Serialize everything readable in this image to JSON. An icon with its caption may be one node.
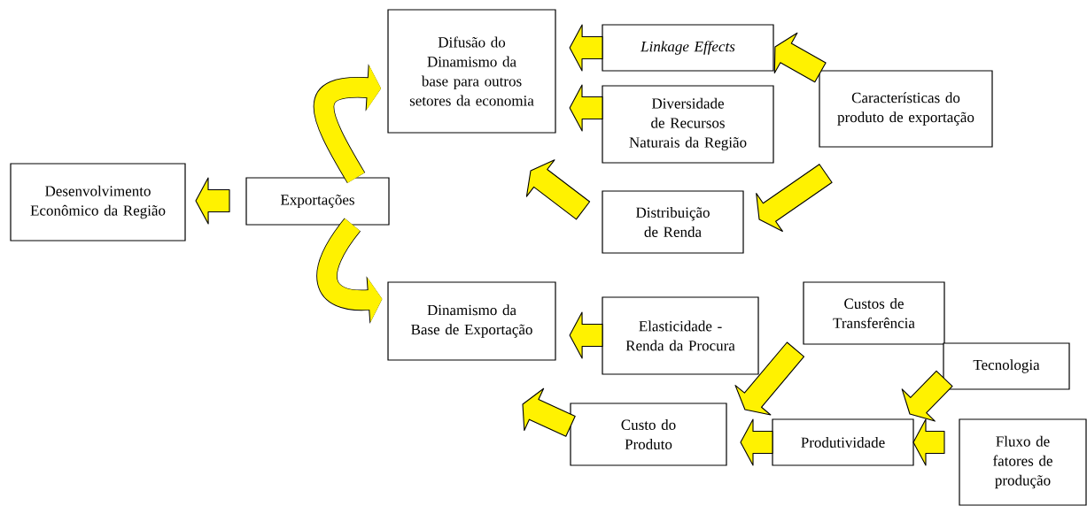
{
  "diagram": {
    "nodes": [
      {
        "text": [
          "Desenvolvimento Econômico da Região"
        ]
      },
      {
        "text": [
          "Exportações"
        ]
      },
      {
        "text": [
          "Difusão do Dinamismo da base para outros setores da economia"
        ]
      },
      {
        "text": [
          "Linkage Effects"
        ]
      },
      {
        "text": [
          "Diversidade de Recursos Naturais da Região"
        ]
      },
      {
        "text": [
          "Características do produto de exportação"
        ]
      },
      {
        "text": [
          "Distribuição de Renda"
        ]
      },
      {
        "text": [
          "Dinamismo da Base de Exportação"
        ]
      },
      {
        "text": [
          "Elasticidade - Renda da Procura"
        ]
      },
      {
        "text": [
          "Custos de Transferência"
        ]
      },
      {
        "text": [
          "Tecnologia"
        ]
      },
      {
        "text": [
          "Custo do Produto"
        ]
      },
      {
        "text": [
          "Produtividade"
        ]
      },
      {
        "text": [
          "Fluxo de fatores de produção"
        ]
      }
    ],
    "edges": [
      {
        "from": 1,
        "to": 0,
        "arrow": "to"
      },
      {
        "from": 1,
        "to": 2,
        "arrow": "to"
      },
      {
        "from": 1,
        "to": 7,
        "arrow": "to"
      },
      {
        "from": 3,
        "to": 2,
        "arrow": "to"
      },
      {
        "from": 4,
        "to": 2,
        "arrow": "to"
      },
      {
        "from": 6,
        "to": 2,
        "arrow": "to"
      },
      {
        "from": 5,
        "to": 3,
        "arrow": "to"
      },
      {
        "from": 5,
        "to": 6,
        "arrow": "to"
      },
      {
        "from": 8,
        "to": 7,
        "arrow": "to"
      },
      {
        "from": 11,
        "to": 7,
        "arrow": "to"
      },
      {
        "from": 9,
        "to": 11,
        "arrow": "to"
      },
      {
        "from": 10,
        "to": 12,
        "arrow": "to"
      },
      {
        "from": 13,
        "to": 12,
        "arrow": "to"
      },
      {
        "from": 12,
        "to": 11,
        "arrow": "to"
      }
    ]
  }
}
